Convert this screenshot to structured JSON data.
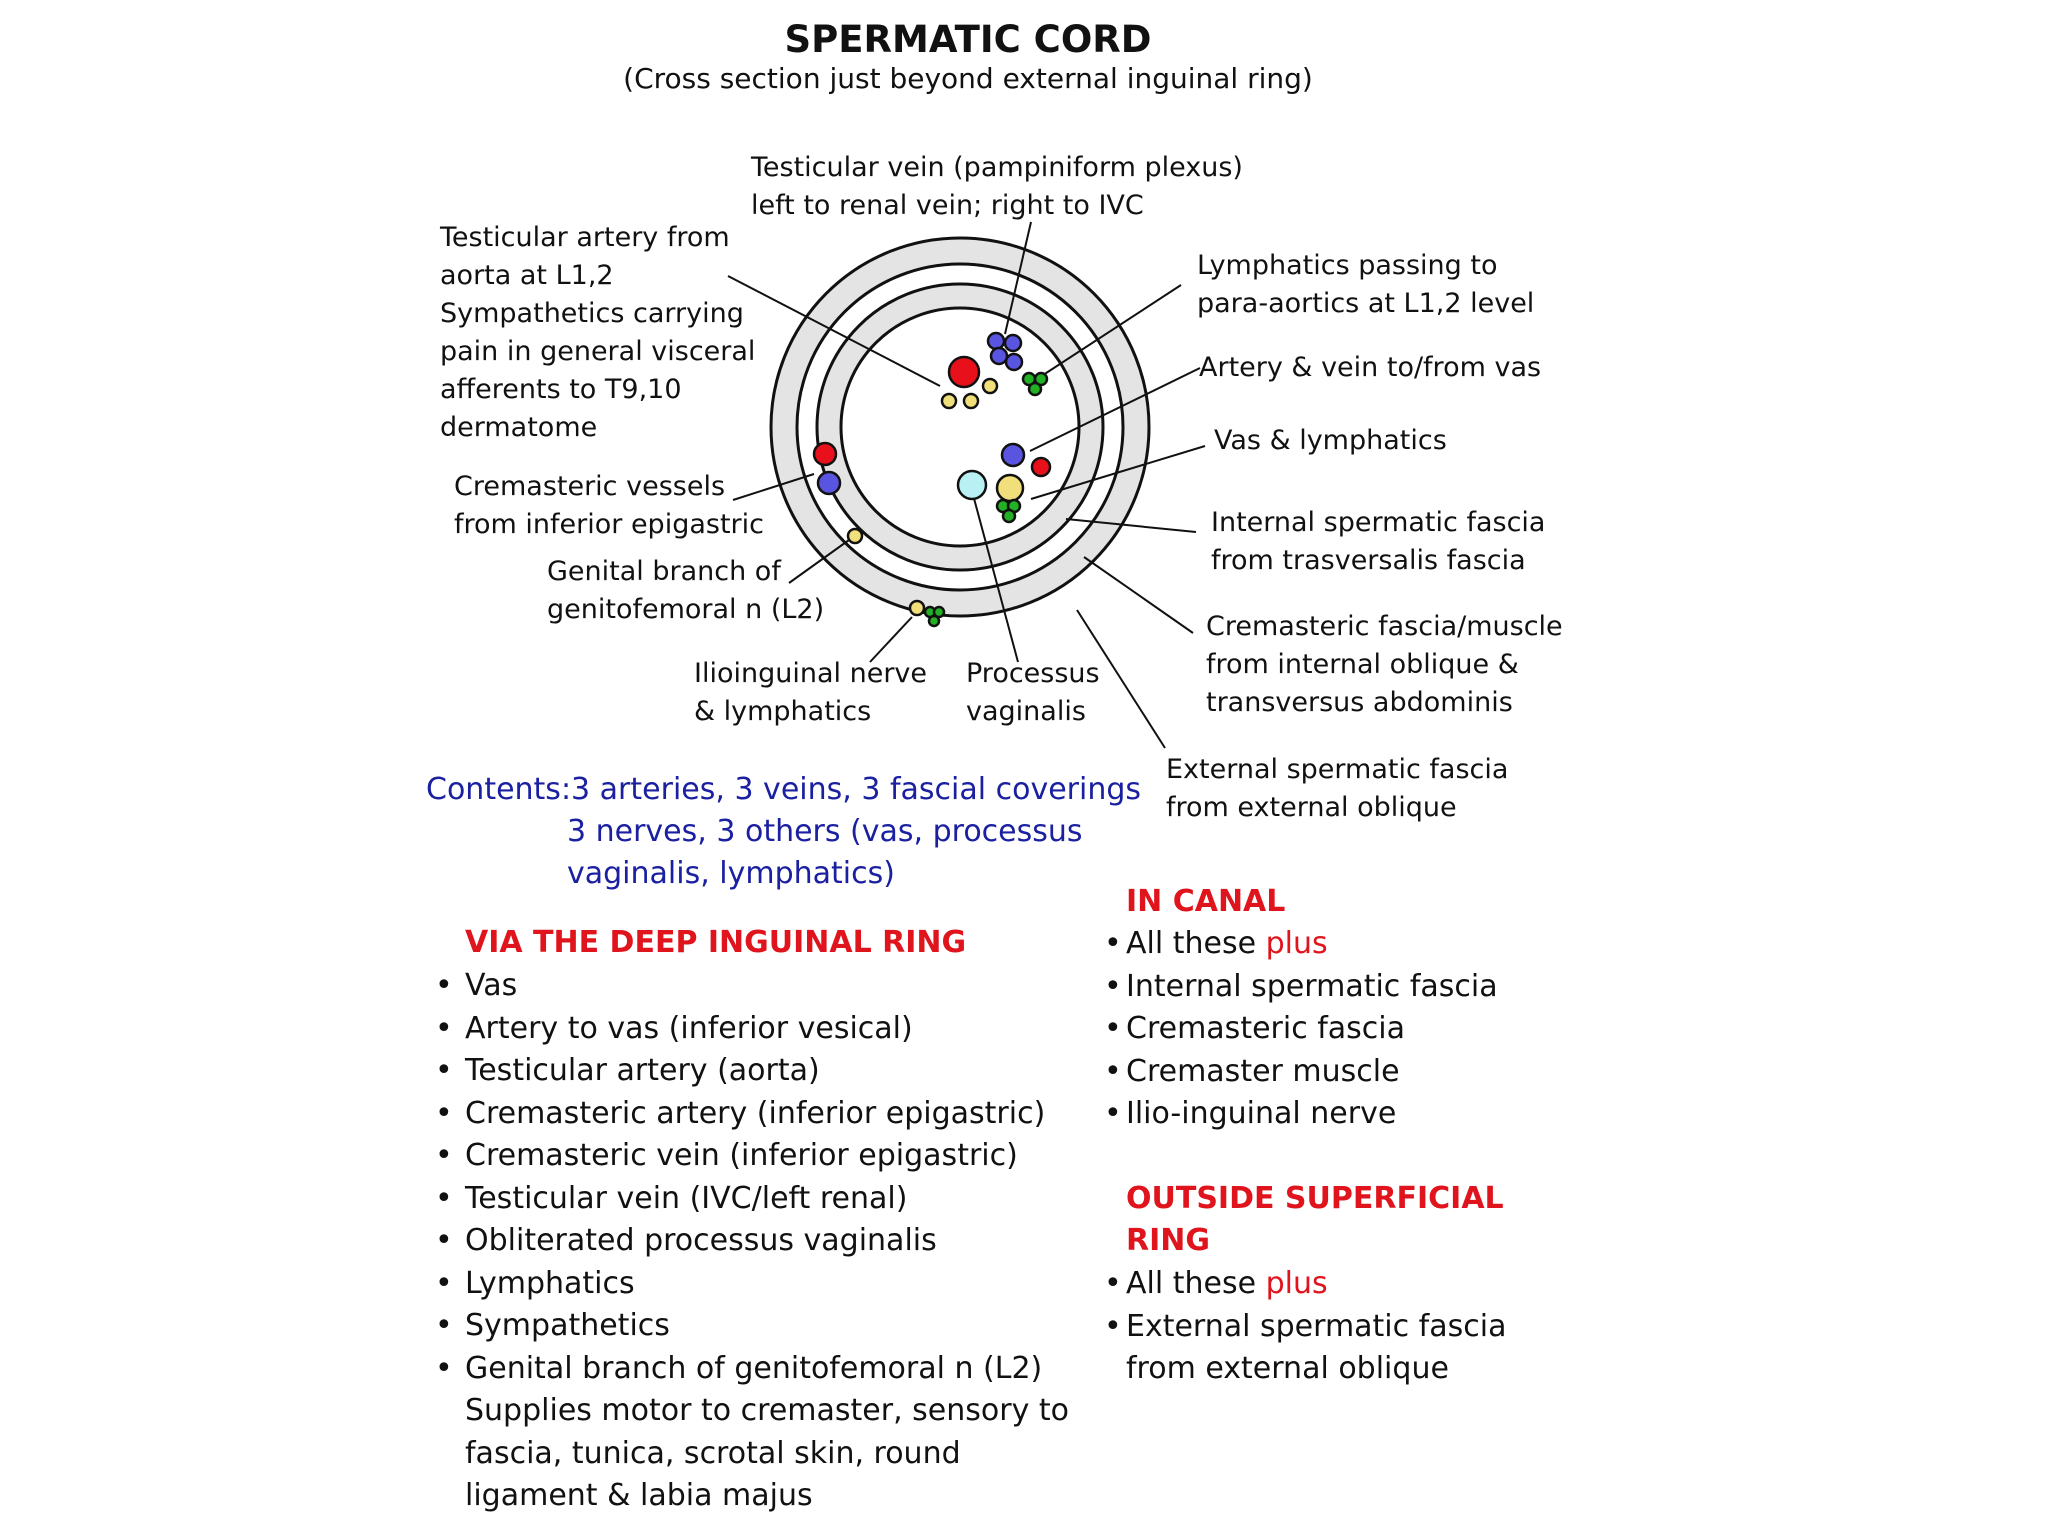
{
  "title": "SPERMATIC CORD",
  "subtitle": "(Cross section just beyond external inguinal ring)",
  "labels": {
    "testicular_vein": [
      "Testicular vein (pampiniform plexus)",
      "left to renal vein; right to IVC"
    ],
    "testicular_artery": [
      "Testicular artery from",
      "aorta at L1,2",
      "Sympathetics carrying",
      "pain in general visceral",
      "afferents to T9,10",
      "dermatome"
    ],
    "lymphatics": [
      "Lymphatics passing to",
      "para-aortics at L1,2 level"
    ],
    "artery_vein_vas": [
      "Artery & vein to/from vas"
    ],
    "vas_lymphatics": [
      "Vas & lymphatics"
    ],
    "internal_fascia": [
      "Internal spermatic fascia",
      "from trasversalis fascia"
    ],
    "cremasteric_fascia": [
      "Cremasteric fascia/muscle",
      "from internal oblique &",
      "transversus abdominis"
    ],
    "external_fascia": [
      "External spermatic fascia",
      "from external oblique"
    ],
    "cremasteric_vessels": [
      "Cremasteric vessels",
      "from inferior epigastric"
    ],
    "genital_branch": [
      "Genital branch of",
      "genitofemoral n (L2)"
    ],
    "ilioinguinal": [
      "Ilioinguinal nerve",
      "& lymphatics"
    ],
    "processus": [
      "Processus",
      "vaginalis"
    ]
  },
  "contents": {
    "line1": "Contents:3 arteries, 3 veins, 3 fascial coverings",
    "line2": "3 nerves, 3 others (vas,  processus",
    "line3": "vaginalis, lymphatics)"
  },
  "deep_ring": {
    "heading": "VIA THE DEEP INGUINAL RING",
    "items": [
      "Vas",
      "Artery to vas (inferior vesical)",
      "Testicular artery (aorta)",
      "Cremasteric artery (inferior epigastric)",
      "Cremasteric vein (inferior epigastric)",
      "Testicular vein (IVC/left renal)",
      "Obliterated processus vaginalis",
      "Lymphatics",
      "Sympathetics",
      "Genital branch of genitofemoral  n (L2)"
    ],
    "note": [
      "Supplies motor to cremaster, sensory to",
      "fascia, tunica, scrotal skin, round",
      "ligament & labia majus"
    ]
  },
  "in_canal": {
    "heading": "IN CANAL",
    "first_prefix": "All these",
    "first_suffix": "plus",
    "items": [
      "Internal spermatic fascia",
      "Cremasteric fascia",
      "Cremaster muscle",
      "Ilio-inguinal nerve"
    ]
  },
  "outside_ring": {
    "heading_1": "OUTSIDE SUPERFICIAL",
    "heading_2": "RING",
    "first_prefix": "All these",
    "first_suffix": "plus",
    "items": [
      "External spermatic fascia",
      "from external oblique"
    ]
  },
  "colors": {
    "artery": "#e8101a",
    "vein": "#5a55e0",
    "lymphatic": "#22b024",
    "nerve": "#f0df7a",
    "processus": "#b8f0f4",
    "ring_fill": "#e4e4e4",
    "heading_red": "#e0141c",
    "contents_blue": "#1a20a0"
  }
}
